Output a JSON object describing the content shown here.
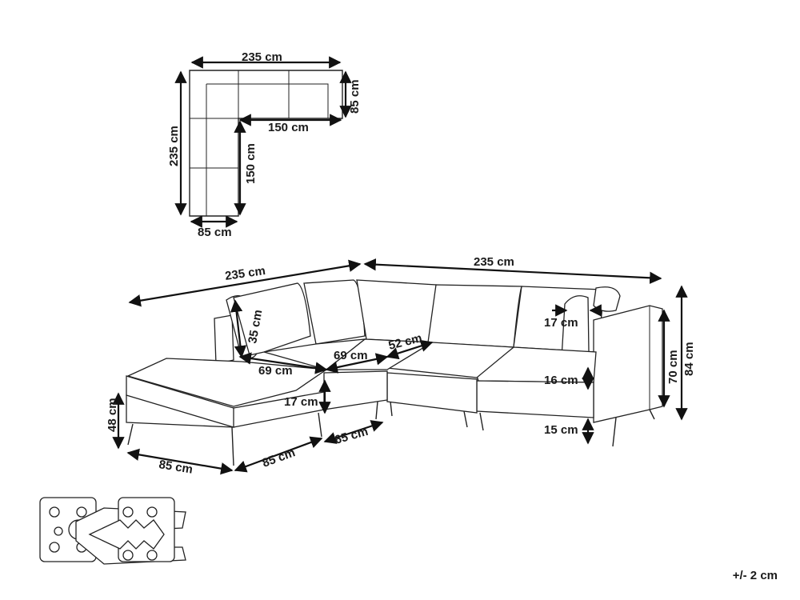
{
  "labels": {
    "top_width": "235 cm",
    "top_depth_right": "85 cm",
    "top_inner_horizontal": "150 cm",
    "top_height_left": "235 cm",
    "top_inner_vertical": "150 cm",
    "top_bottom_width": "85 cm",
    "iso_left_length": "235 cm",
    "iso_right_length": "235 cm",
    "cushion_back": "35 cm",
    "cushion_depth": "17 cm",
    "seat_left": "69 cm",
    "seat_mid": "69 cm",
    "seat_corner": "52 cm",
    "ottoman_height": "48 cm",
    "seat_thickness": "17 cm",
    "seat_height_right": "16 cm",
    "total_height": "84 cm",
    "arm_height": "70 cm",
    "leg_height": "15 cm",
    "ottoman_width": "85 cm",
    "ottoman_depth": "85 cm",
    "module_depth": "65 cm"
  },
  "tolerance": "+/- 2 cm"
}
